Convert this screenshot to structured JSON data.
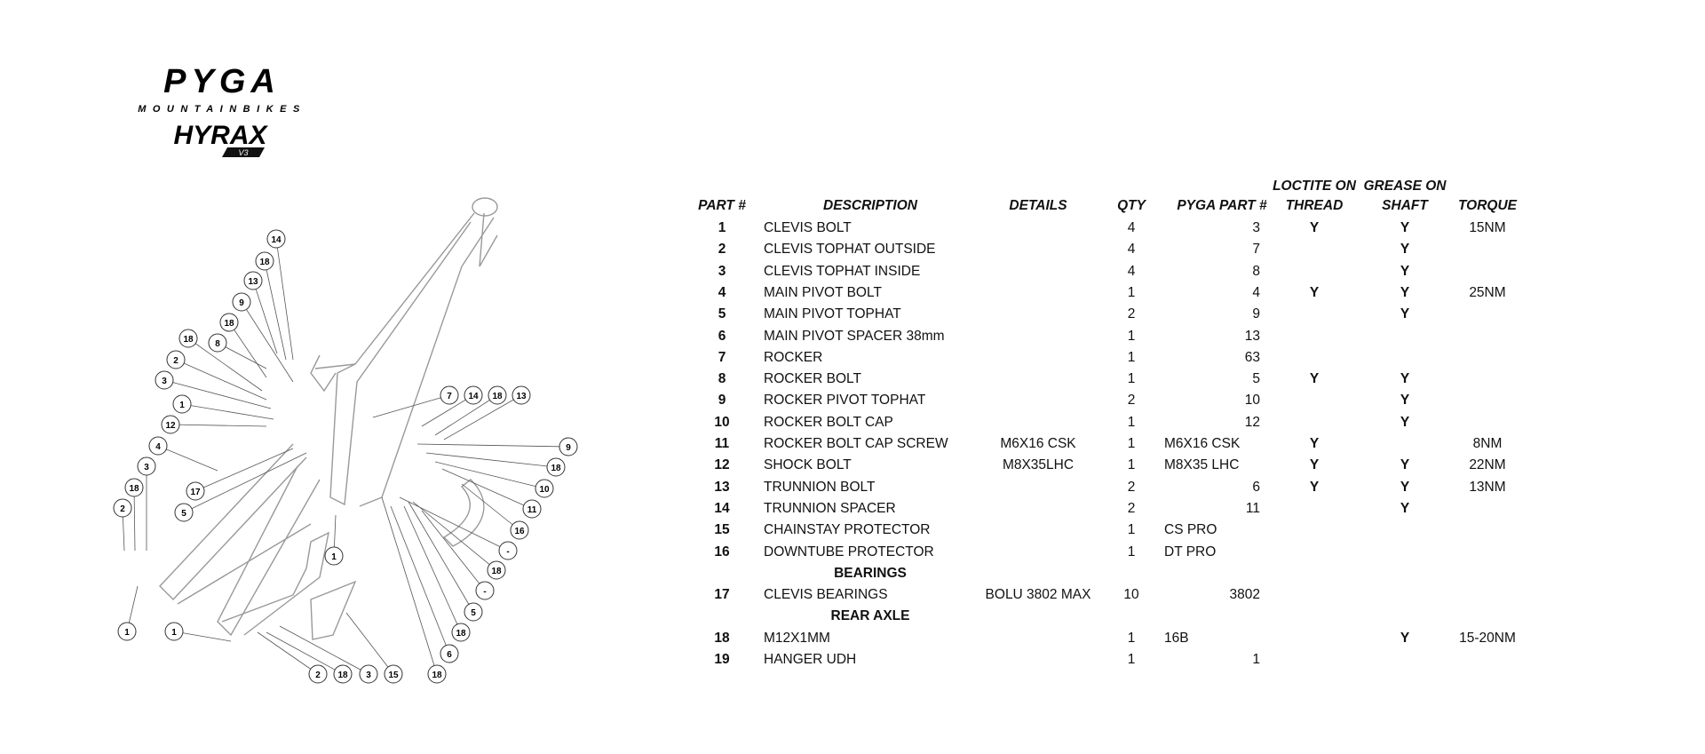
{
  "logo": {
    "brand": "PYGA",
    "tagline": "MOUNTAINBIKES",
    "model": "HYRAX",
    "version": "V3"
  },
  "table": {
    "headers": {
      "part": "PART #",
      "description": "DESCRIPTION",
      "details": "DETAILS",
      "qty": "QTY",
      "pyga_part": "PYGA PART #",
      "loctite_1": "LOCTITE ON",
      "loctite_2": "THREAD",
      "grease_1": "GREASE ON",
      "grease_2": "SHAFT",
      "torque": "TORQUE"
    },
    "rows": [
      {
        "type": "item",
        "part": "1",
        "description": "CLEVIS BOLT",
        "details": "",
        "qty": "4",
        "pyga_part": "3",
        "loctite": "Y",
        "grease": "Y",
        "torque": "15NM"
      },
      {
        "type": "item",
        "part": "2",
        "description": "CLEVIS TOPHAT OUTSIDE",
        "details": "",
        "qty": "4",
        "pyga_part": "7",
        "loctite": "",
        "grease": "Y",
        "torque": ""
      },
      {
        "type": "item",
        "part": "3",
        "description": "CLEVIS TOPHAT INSIDE",
        "details": "",
        "qty": "4",
        "pyga_part": "8",
        "loctite": "",
        "grease": "Y",
        "torque": ""
      },
      {
        "type": "item",
        "part": "4",
        "description": "MAIN PIVOT BOLT",
        "details": "",
        "qty": "1",
        "pyga_part": "4",
        "loctite": "Y",
        "grease": "Y",
        "torque": "25NM"
      },
      {
        "type": "item",
        "part": "5",
        "description": "MAIN PIVOT TOPHAT",
        "details": "",
        "qty": "2",
        "pyga_part": "9",
        "loctite": "",
        "grease": "Y",
        "torque": ""
      },
      {
        "type": "item",
        "part": "6",
        "description": "MAIN PIVOT SPACER 38mm",
        "details": "",
        "qty": "1",
        "pyga_part": "13",
        "loctite": "",
        "grease": "",
        "torque": ""
      },
      {
        "type": "item",
        "part": "7",
        "description": "ROCKER",
        "details": "",
        "qty": "1",
        "pyga_part": "63",
        "loctite": "",
        "grease": "",
        "torque": ""
      },
      {
        "type": "item",
        "part": "8",
        "description": "ROCKER BOLT",
        "details": "",
        "qty": "1",
        "pyga_part": "5",
        "loctite": "Y",
        "grease": "Y",
        "torque": ""
      },
      {
        "type": "item",
        "part": "9",
        "description": "ROCKER PIVOT TOPHAT",
        "details": "",
        "qty": "2",
        "pyga_part": "10",
        "loctite": "",
        "grease": "Y",
        "torque": ""
      },
      {
        "type": "item",
        "part": "10",
        "description": "ROCKER BOLT CAP",
        "details": "",
        "qty": "1",
        "pyga_part": "12",
        "loctite": "",
        "grease": "Y",
        "torque": ""
      },
      {
        "type": "item",
        "part": "11",
        "description": "ROCKER BOLT CAP SCREW",
        "details": "M6X16 CSK",
        "qty": "1",
        "pyga_part": "M6X16 CSK",
        "loctite": "Y",
        "grease": "",
        "torque": "8NM"
      },
      {
        "type": "item",
        "part": "12",
        "description": "SHOCK BOLT",
        "details": "M8X35LHC",
        "qty": "1",
        "pyga_part": "M8X35 LHC",
        "loctite": "Y",
        "grease": "Y",
        "torque": "22NM"
      },
      {
        "type": "item",
        "part": "13",
        "description": "TRUNNION BOLT",
        "details": "",
        "qty": "2",
        "pyga_part": "6",
        "loctite": "Y",
        "grease": "Y",
        "torque": "13NM"
      },
      {
        "type": "item",
        "part": "14",
        "description": "TRUNNION SPACER",
        "details": "",
        "qty": "2",
        "pyga_part": "11",
        "loctite": "",
        "grease": "Y",
        "torque": ""
      },
      {
        "type": "item",
        "part": "15",
        "description": "CHAINSTAY PROTECTOR",
        "details": "",
        "qty": "1",
        "pyga_part": "CS PRO",
        "loctite": "",
        "grease": "",
        "torque": ""
      },
      {
        "type": "item",
        "part": "16",
        "description": "DOWNTUBE PROTECTOR",
        "details": "",
        "qty": "1",
        "pyga_part": "DT PRO",
        "loctite": "",
        "grease": "",
        "torque": ""
      },
      {
        "type": "section",
        "label": "BEARINGS"
      },
      {
        "type": "item",
        "part": "17",
        "description": "CLEVIS BEARINGS",
        "details": "BOLU 3802 MAX",
        "qty": "10",
        "pyga_part": "3802",
        "loctite": "",
        "grease": "",
        "torque": ""
      },
      {
        "type": "section",
        "label": "REAR AXLE"
      },
      {
        "type": "item",
        "part": "18",
        "description": "M12X1MM",
        "details": "",
        "qty": "1",
        "pyga_part": "16B",
        "loctite": "",
        "grease": "Y",
        "torque": "15-20NM"
      },
      {
        "type": "item",
        "part": "19",
        "description": "HANGER UDH",
        "details": "",
        "qty": "1",
        "pyga_part": "1",
        "loctite": "",
        "grease": "",
        "torque": ""
      }
    ]
  },
  "diagram": {
    "callouts": [
      "14",
      "18",
      "13",
      "9",
      "18",
      "8",
      "18",
      "2",
      "3",
      "1",
      "12",
      "4",
      "3",
      "18",
      "2",
      "17",
      "5",
      "7",
      "14",
      "18",
      "13",
      "9",
      "18",
      "10",
      "11",
      "16",
      "-",
      "18",
      "-",
      "5",
      "18",
      "6",
      "18",
      "15",
      "3",
      "18",
      "2",
      "1",
      "1",
      "1"
    ]
  }
}
